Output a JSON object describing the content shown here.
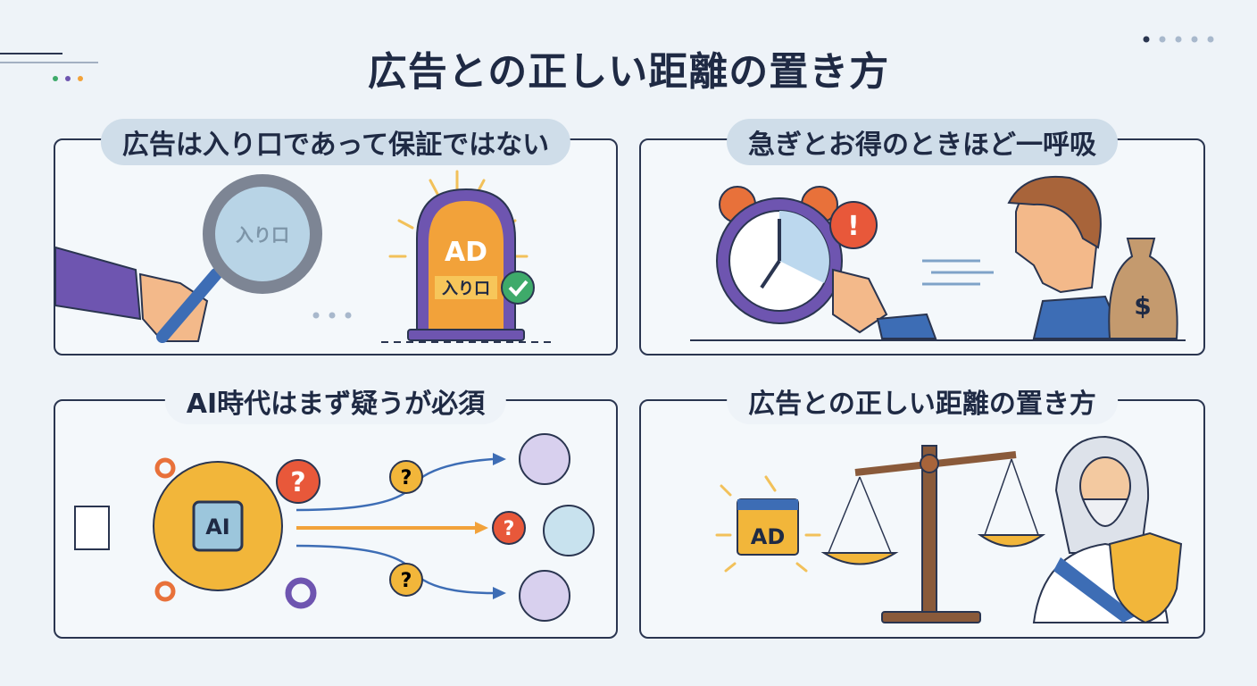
{
  "title": "広告との正しい距離の置き方",
  "panels": [
    {
      "title": "広告は入り口であって保証ではない",
      "lens_label": "入り口",
      "sign_label": "AD",
      "sign_sub": "入り口"
    },
    {
      "title": "急ぎとお得のときほど一呼吸",
      "alert": "!",
      "money": "$"
    },
    {
      "title": "AI時代はまず疑うが必須",
      "chip": "AI",
      "question": "?"
    },
    {
      "title": "広告との正しい距離の置き方",
      "ad_label": "AD"
    }
  ],
  "colors": {
    "navy": "#1f2a44",
    "purple": "#6e55b0",
    "orange": "#f2a23a",
    "green": "#3eaa6a",
    "red": "#e8583a",
    "blue": "#3d6db5"
  }
}
